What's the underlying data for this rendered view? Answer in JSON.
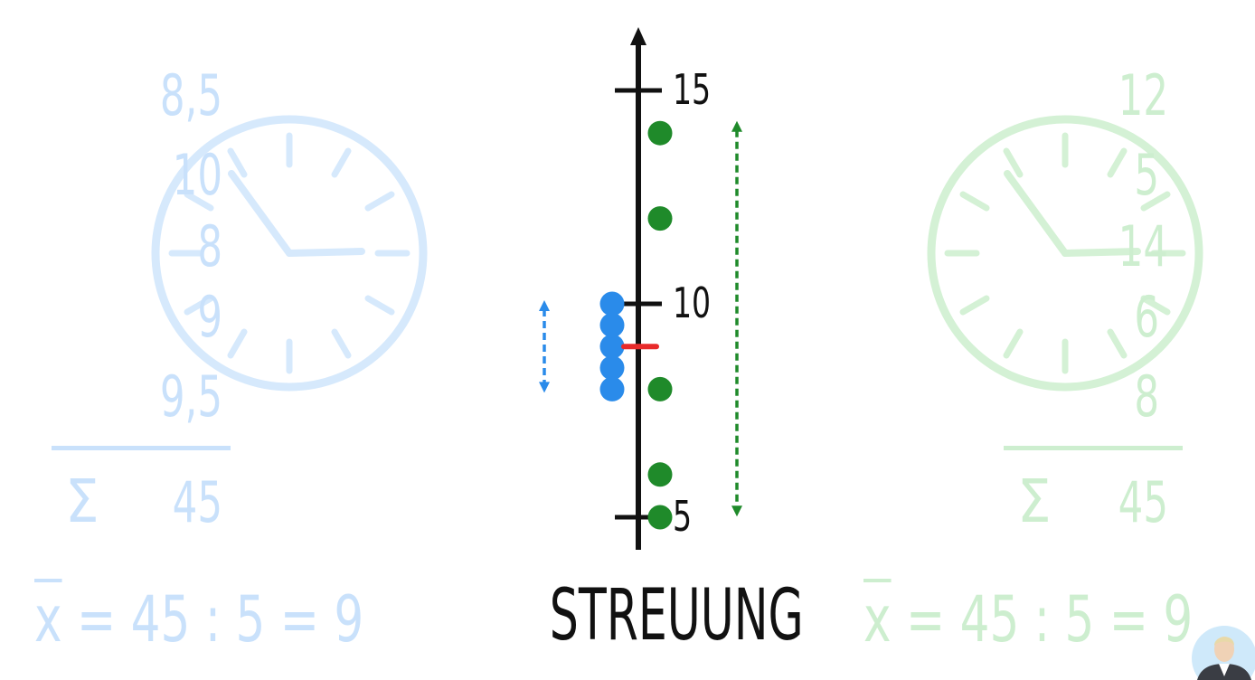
{
  "left_panel": {
    "values": [
      "8,5",
      "10",
      "8",
      "9",
      "9,5"
    ],
    "sum_symbol": "Σ",
    "sum_value": "45",
    "formula_lhs": "x",
    "formula_rhs": "= 45 : 5 = 9",
    "color": "#c9e1fb"
  },
  "right_panel": {
    "values": [
      "12",
      "5",
      "14",
      "6",
      "8"
    ],
    "sum_symbol": "Σ",
    "sum_value": "45",
    "formula_lhs": "x",
    "formula_rhs": "= 45 : 5 = 9",
    "color": "#cdeecf"
  },
  "title": "STREUUNG",
  "chart_data": {
    "type": "scatter",
    "axis": {
      "orientation": "vertical",
      "ticks": [
        5,
        10,
        15
      ],
      "tick_labels": [
        "5",
        "10",
        "15"
      ]
    },
    "series": [
      {
        "values": [
          8.5,
          10,
          8,
          9,
          9.5
        ],
        "color": "#2a8bea"
      },
      {
        "values": [
          12,
          5,
          14,
          6,
          8
        ],
        "color": "#1f8a2a"
      }
    ],
    "mean": 9,
    "mean_color": "#e82a2a"
  },
  "icons": {
    "left_clock": "clock-icon",
    "right_clock": "clock-icon",
    "presenter": "presenter-avatar-icon",
    "blue_spread": "double-arrow-icon",
    "green_spread": "double-arrow-icon"
  }
}
